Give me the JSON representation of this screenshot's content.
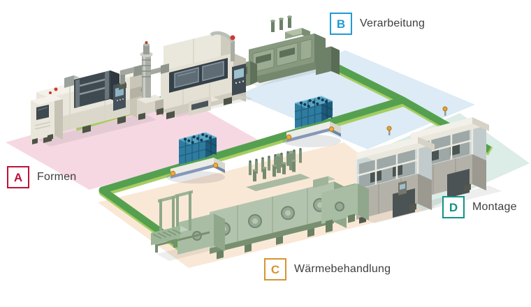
{
  "stations": [
    {
      "letter": "A",
      "label": "Formen",
      "accent": "#bf1238"
    },
    {
      "letter": "B",
      "label": "Verarbeitung",
      "accent": "#1f9cd2"
    },
    {
      "letter": "C",
      "label": "Wärmebehandlung",
      "accent": "#d59433"
    },
    {
      "letter": "D",
      "label": "Montage",
      "accent": "#0f9486"
    }
  ],
  "scene": {
    "conveyor_color": "#55a050",
    "conveyor_edge_color": "#a6cd62",
    "floor_colors": {
      "formen": "#f6d8e3",
      "verarbeitung": "#dcebf5",
      "waermebehandlung": "#fae8d6",
      "montage": "#dcece6"
    },
    "agv_count": 2,
    "agv_load": "blue-crate-stack"
  }
}
